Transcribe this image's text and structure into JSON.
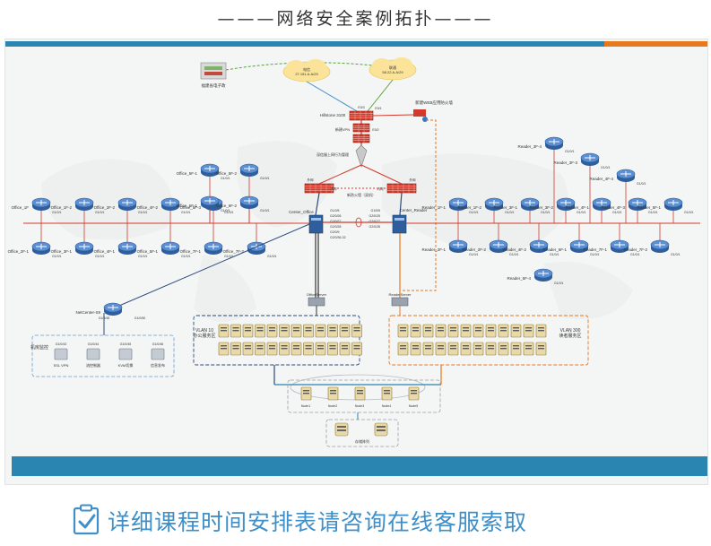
{
  "title": "———网络安全案例拓扑———",
  "footer_text": "详细课程时间安排表请咨询在线客服索取",
  "colors": {
    "accent_blue": "#2a85b0",
    "accent_orange": "#e8781e",
    "link_red": "#e03c3c",
    "link_navy": "#2c4a7c",
    "footer_text": "#3f8fc8",
    "zone_blue": "#6a9fd0"
  },
  "diagram": {
    "top": {
      "mgmt": "福建省电子政",
      "cloud_left": "电信\n27.151.A.A/29",
      "cloud_right": "联通\n58.22.A.A/29",
      "firewall_name": "Hillstone 3100",
      "outer_fw_label": "新建WEB应用防火墙",
      "fw_ports": [
        "E0/3",
        "E0/1",
        "E0/0",
        "E0/2",
        "E0/4",
        "E0"
      ],
      "vpn_label": "新建VPN",
      "audit_label": "深信服上网行为管理",
      "core_fw_label": "新防火墙（双机）",
      "core_fw_ports": [
        "外网",
        "内网",
        "内网",
        "外网",
        "E4/0",
        "E4/0",
        "E4/1"
      ]
    },
    "center": {
      "left_switch": "Center_Office",
      "right_switch": "Center_Reader",
      "ports_left": [
        "G1/0/5",
        "G2/0/26",
        "G2/0/27",
        "G2/0/28",
        "G2/0/9",
        "G2/0/36-32"
      ],
      "ports_right": [
        "G1/0/5",
        "G2/0/25",
        "G2/0/27",
        "G2/0/28"
      ],
      "office_server": "OfficeServer",
      "reader_server": "ReaderServer"
    },
    "office": {
      "row_top": [
        {
          "name": "Office_5F-1",
          "port": "G1/0/1"
        },
        {
          "name": "Office_5F-2",
          "port": "G1/0/1"
        },
        {
          "name": "Office_6F-1",
          "port": "G1/0/1"
        },
        {
          "name": "Office_6F-2",
          "port": "G1/0/1"
        }
      ],
      "row_left": [
        {
          "name": "Office_1F",
          "port": "G1/0/1"
        },
        {
          "name": "Office_1F-2",
          "port": "G1/0/1"
        },
        {
          "name": "Office_2F-2",
          "port": "G1/0/1"
        },
        {
          "name": "Office_4F-2",
          "port": "G1/0/1"
        },
        {
          "name": "Office_5F-3",
          "port": "G1/0/1"
        }
      ],
      "row_bottom": [
        {
          "name": "Office_2F-1",
          "port": "G1/0/1"
        },
        {
          "name": "Office_3F-1",
          "port": "G1/0/1"
        },
        {
          "name": "Office_4F-1",
          "port": "G1/0/1"
        },
        {
          "name": "Office_5F-1",
          "port": "G1/0/1"
        },
        {
          "name": "Office_7F-1",
          "port": "G1/0/1"
        },
        {
          "name": "Office_7F-2",
          "port": "G1/0/1"
        }
      ],
      "netcenter": "NetCenter-S9",
      "netcenter_ports": [
        "G1/0/45",
        "G1/0/50"
      ]
    },
    "reader": {
      "row_top": [
        {
          "name": "Reader_3F-4",
          "port": "G1/0/1"
        },
        {
          "name": "Reader_3F-3",
          "port": "G1/0/1"
        },
        {
          "name": "Reader_4F-4",
          "port": "G1/0/1"
        }
      ],
      "row_mid": [
        {
          "name": "Reader_1F-1",
          "port": "G1/0/1"
        },
        {
          "name": "Reader_1F-2",
          "port": "G1/0/1"
        },
        {
          "name": "Reader_3F-1",
          "port": "G1/0/1"
        },
        {
          "name": "Reader_3F-2",
          "port": "G1/0/1"
        },
        {
          "name": "Reader_4F-1",
          "port": "G1/0/1"
        },
        {
          "name": "Reader_4F-3",
          "port": "G1/0/1"
        },
        {
          "name": "Reader_5F-1",
          "port": "G1/0/1"
        }
      ],
      "row_bottom": [
        {
          "name": "Reader_2F-1",
          "port": "G1/0/1"
        },
        {
          "name": "Reader_2F-2",
          "port": "G1/0/1"
        },
        {
          "name": "Reader_4F-2",
          "port": "G1/0/1"
        },
        {
          "name": "Reader_6F-1",
          "port": "G1/0/1"
        },
        {
          "name": "Reader_7F-1",
          "port": "G1/0/1"
        },
        {
          "name": "Reader_7F-2",
          "port": "G1/0/1"
        }
      ],
      "lone": "Reader_5F-4"
    },
    "monitoring": {
      "title": "机房监控",
      "ports": [
        "G1/0/43",
        "G1/0/44",
        "G1/0/45",
        "G1/0/46"
      ],
      "items": [
        "SSL VPN",
        "流控制器",
        "KVM切换",
        "信息发布"
      ]
    },
    "vlan_office": {
      "label": "VLAN 10\n办公服务区",
      "servers": 24
    },
    "vlan_reader": {
      "label": "VLAN 300\n读者服务区",
      "servers": 24
    },
    "storage": {
      "servers": [
        "Node1",
        "Node2",
        "Node3",
        "Node4",
        "Node5"
      ],
      "array_label": "存储阵列"
    }
  }
}
